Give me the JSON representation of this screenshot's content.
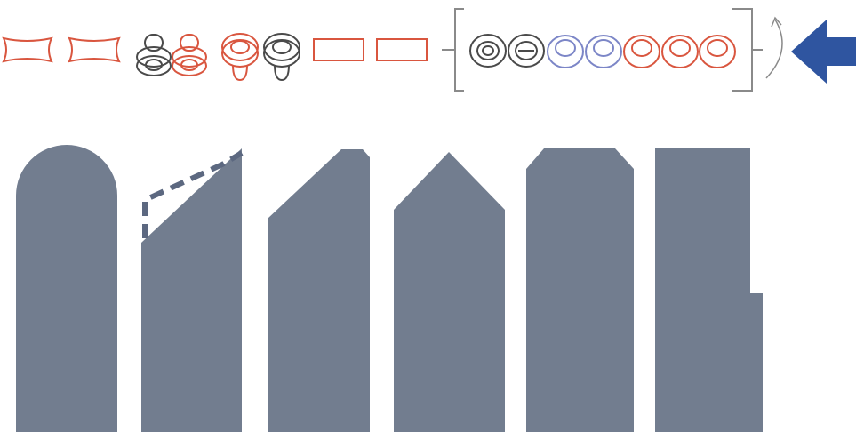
{
  "colors": {
    "background": "#ffffff",
    "red_outline": "#d9563f",
    "black_outline": "#4a4a4a",
    "blue_outline": "#7c86c7",
    "bracket": "#8a8a8a",
    "shape_fill": "#727d8f",
    "dash_stroke": "#5c6880",
    "arrow": "#2f55a0"
  },
  "icons": {
    "flow_arrow": "arrow-left-icon",
    "rotation": "rotate-arrow-icon"
  },
  "counts": {
    "barrel_tools": 2,
    "stacked_wheels": 2,
    "nozzle_wheels": 2,
    "flat_tools": 2,
    "bracket_wheels": 7,
    "profiles": 6
  }
}
